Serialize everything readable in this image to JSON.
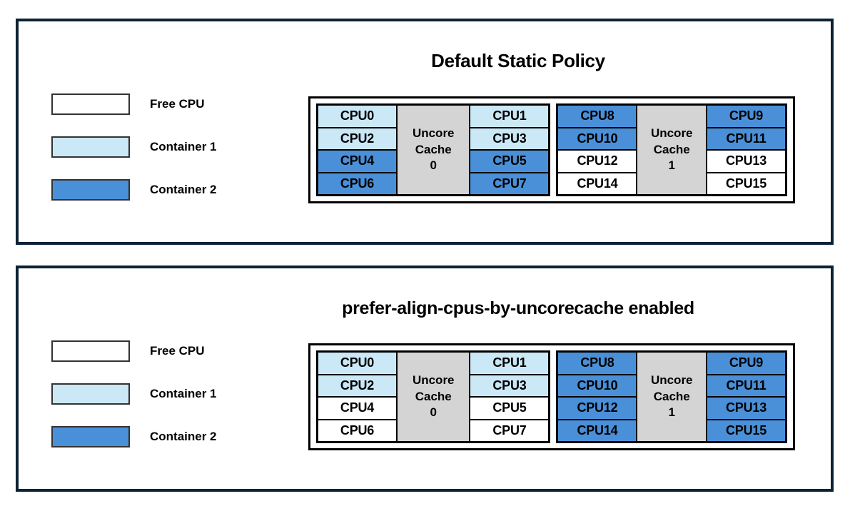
{
  "colors": {
    "free_cpu": "#ffffff",
    "container_1": "#cbe8f7",
    "container_2": "#4a90d9",
    "cache_block": "#d4d4d4",
    "panel_border": "#0d2234",
    "cell_border": "#000000"
  },
  "legend": {
    "items": [
      {
        "label": "Free CPU",
        "fill": "#ffffff"
      },
      {
        "label": "Container 1",
        "fill": "#cbe8f7"
      },
      {
        "label": "Container 2",
        "fill": "#4a90d9"
      }
    ]
  },
  "panels": [
    {
      "id": "panel-1",
      "title": "Default Static Policy",
      "groups": [
        {
          "cache_label_line1": "Uncore",
          "cache_label_line2": "Cache",
          "cache_index": "0",
          "left_column": [
            {
              "label": "CPU0",
              "state": "container_1"
            },
            {
              "label": "CPU2",
              "state": "container_1"
            },
            {
              "label": "CPU4",
              "state": "container_2"
            },
            {
              "label": "CPU6",
              "state": "container_2"
            }
          ],
          "right_column": [
            {
              "label": "CPU1",
              "state": "container_1"
            },
            {
              "label": "CPU3",
              "state": "container_1"
            },
            {
              "label": "CPU5",
              "state": "container_2"
            },
            {
              "label": "CPU7",
              "state": "container_2"
            }
          ]
        },
        {
          "cache_label_line1": "Uncore",
          "cache_label_line2": "Cache",
          "cache_index": "1",
          "left_column": [
            {
              "label": "CPU8",
              "state": "container_2"
            },
            {
              "label": "CPU10",
              "state": "container_2"
            },
            {
              "label": "CPU12",
              "state": "free_cpu"
            },
            {
              "label": "CPU14",
              "state": "free_cpu"
            }
          ],
          "right_column": [
            {
              "label": "CPU9",
              "state": "container_2"
            },
            {
              "label": "CPU11",
              "state": "container_2"
            },
            {
              "label": "CPU13",
              "state": "free_cpu"
            },
            {
              "label": "CPU15",
              "state": "free_cpu"
            }
          ]
        }
      ]
    },
    {
      "id": "panel-2",
      "title": "prefer-align-cpus-by-uncorecache enabled",
      "groups": [
        {
          "cache_label_line1": "Uncore",
          "cache_label_line2": "Cache",
          "cache_index": "0",
          "left_column": [
            {
              "label": "CPU0",
              "state": "container_1"
            },
            {
              "label": "CPU2",
              "state": "container_1"
            },
            {
              "label": "CPU4",
              "state": "free_cpu"
            },
            {
              "label": "CPU6",
              "state": "free_cpu"
            }
          ],
          "right_column": [
            {
              "label": "CPU1",
              "state": "container_1"
            },
            {
              "label": "CPU3",
              "state": "container_1"
            },
            {
              "label": "CPU5",
              "state": "free_cpu"
            },
            {
              "label": "CPU7",
              "state": "free_cpu"
            }
          ]
        },
        {
          "cache_label_line1": "Uncore",
          "cache_label_line2": "Cache",
          "cache_index": "1",
          "left_column": [
            {
              "label": "CPU8",
              "state": "container_2"
            },
            {
              "label": "CPU10",
              "state": "container_2"
            },
            {
              "label": "CPU12",
              "state": "container_2"
            },
            {
              "label": "CPU14",
              "state": "container_2"
            }
          ],
          "right_column": [
            {
              "label": "CPU9",
              "state": "container_2"
            },
            {
              "label": "CPU11",
              "state": "container_2"
            },
            {
              "label": "CPU13",
              "state": "container_2"
            },
            {
              "label": "CPU15",
              "state": "container_2"
            }
          ]
        }
      ]
    }
  ]
}
